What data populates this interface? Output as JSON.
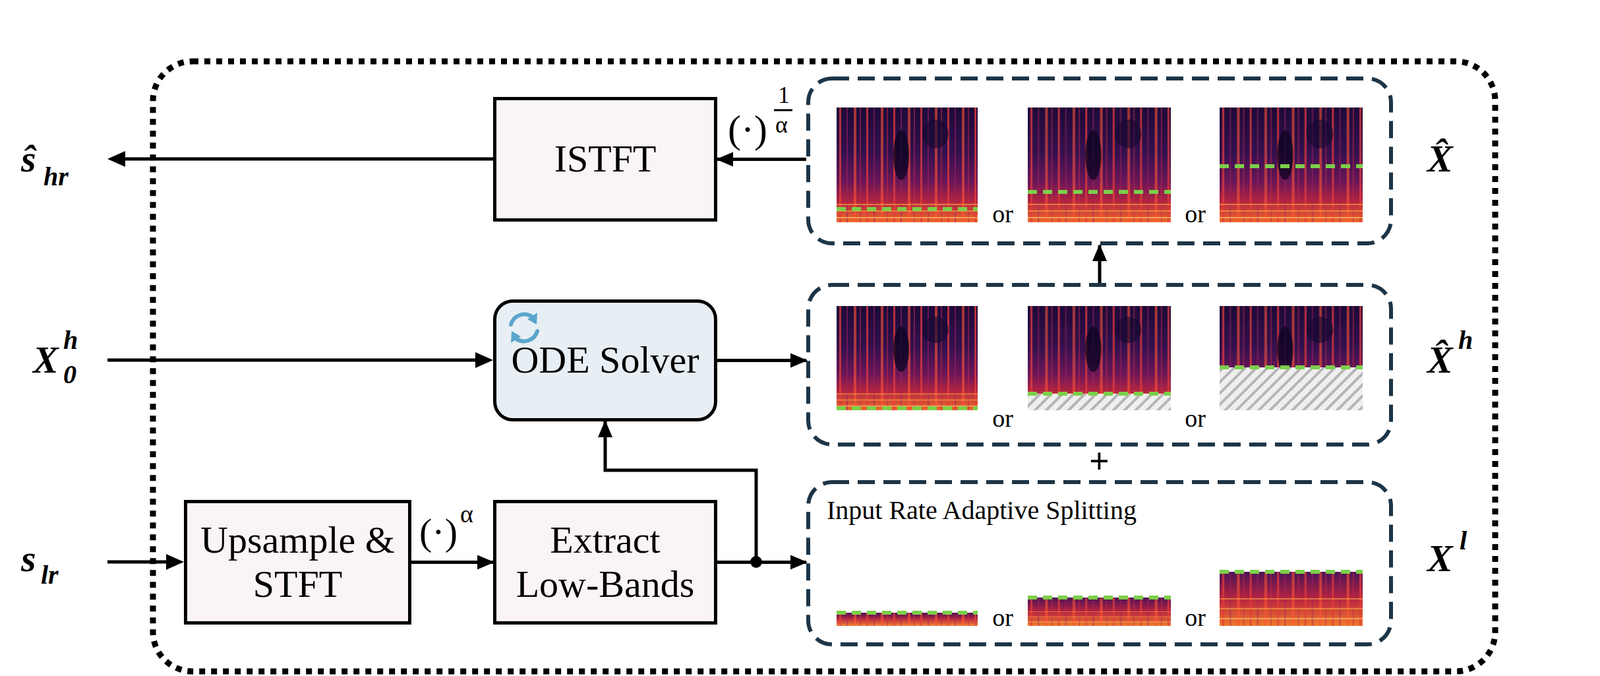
{
  "diagram": {
    "nodes": [
      {
        "text": [
          "ISTFT"
        ]
      },
      {
        "text": [
          "or",
          "or"
        ]
      },
      {
        "text": [
          "ODE Solver"
        ]
      },
      {
        "text": [
          "or",
          "or"
        ]
      },
      {
        "text": [
          "Upsample & STFT"
        ]
      },
      {
        "text": [
          "Extract Low-Bands"
        ]
      },
      {
        "text": [
          "Input Rate Adaptive Splitting",
          "or",
          "or"
        ]
      }
    ],
    "edges": [
      {
        "from": 1,
        "to": 0,
        "arrow": "to",
        "label": "(·)"
      },
      {
        "from": 2,
        "to": 3,
        "arrow": "to"
      },
      {
        "from": 3,
        "to": 1,
        "arrow": "to"
      },
      {
        "from": 4,
        "to": 5,
        "arrow": "to",
        "label": "(·)"
      },
      {
        "from": 5,
        "to": 6,
        "arrow": "to"
      },
      {
        "from": 5,
        "to": 2,
        "arrow": "to"
      }
    ],
    "labels": [
      "ŝ",
      "hr",
      "X",
      "h",
      "0",
      "s",
      "lr",
      "α",
      "1",
      "α",
      "X̂",
      "X̂",
      "h",
      "X",
      "l",
      "+"
    ]
  }
}
